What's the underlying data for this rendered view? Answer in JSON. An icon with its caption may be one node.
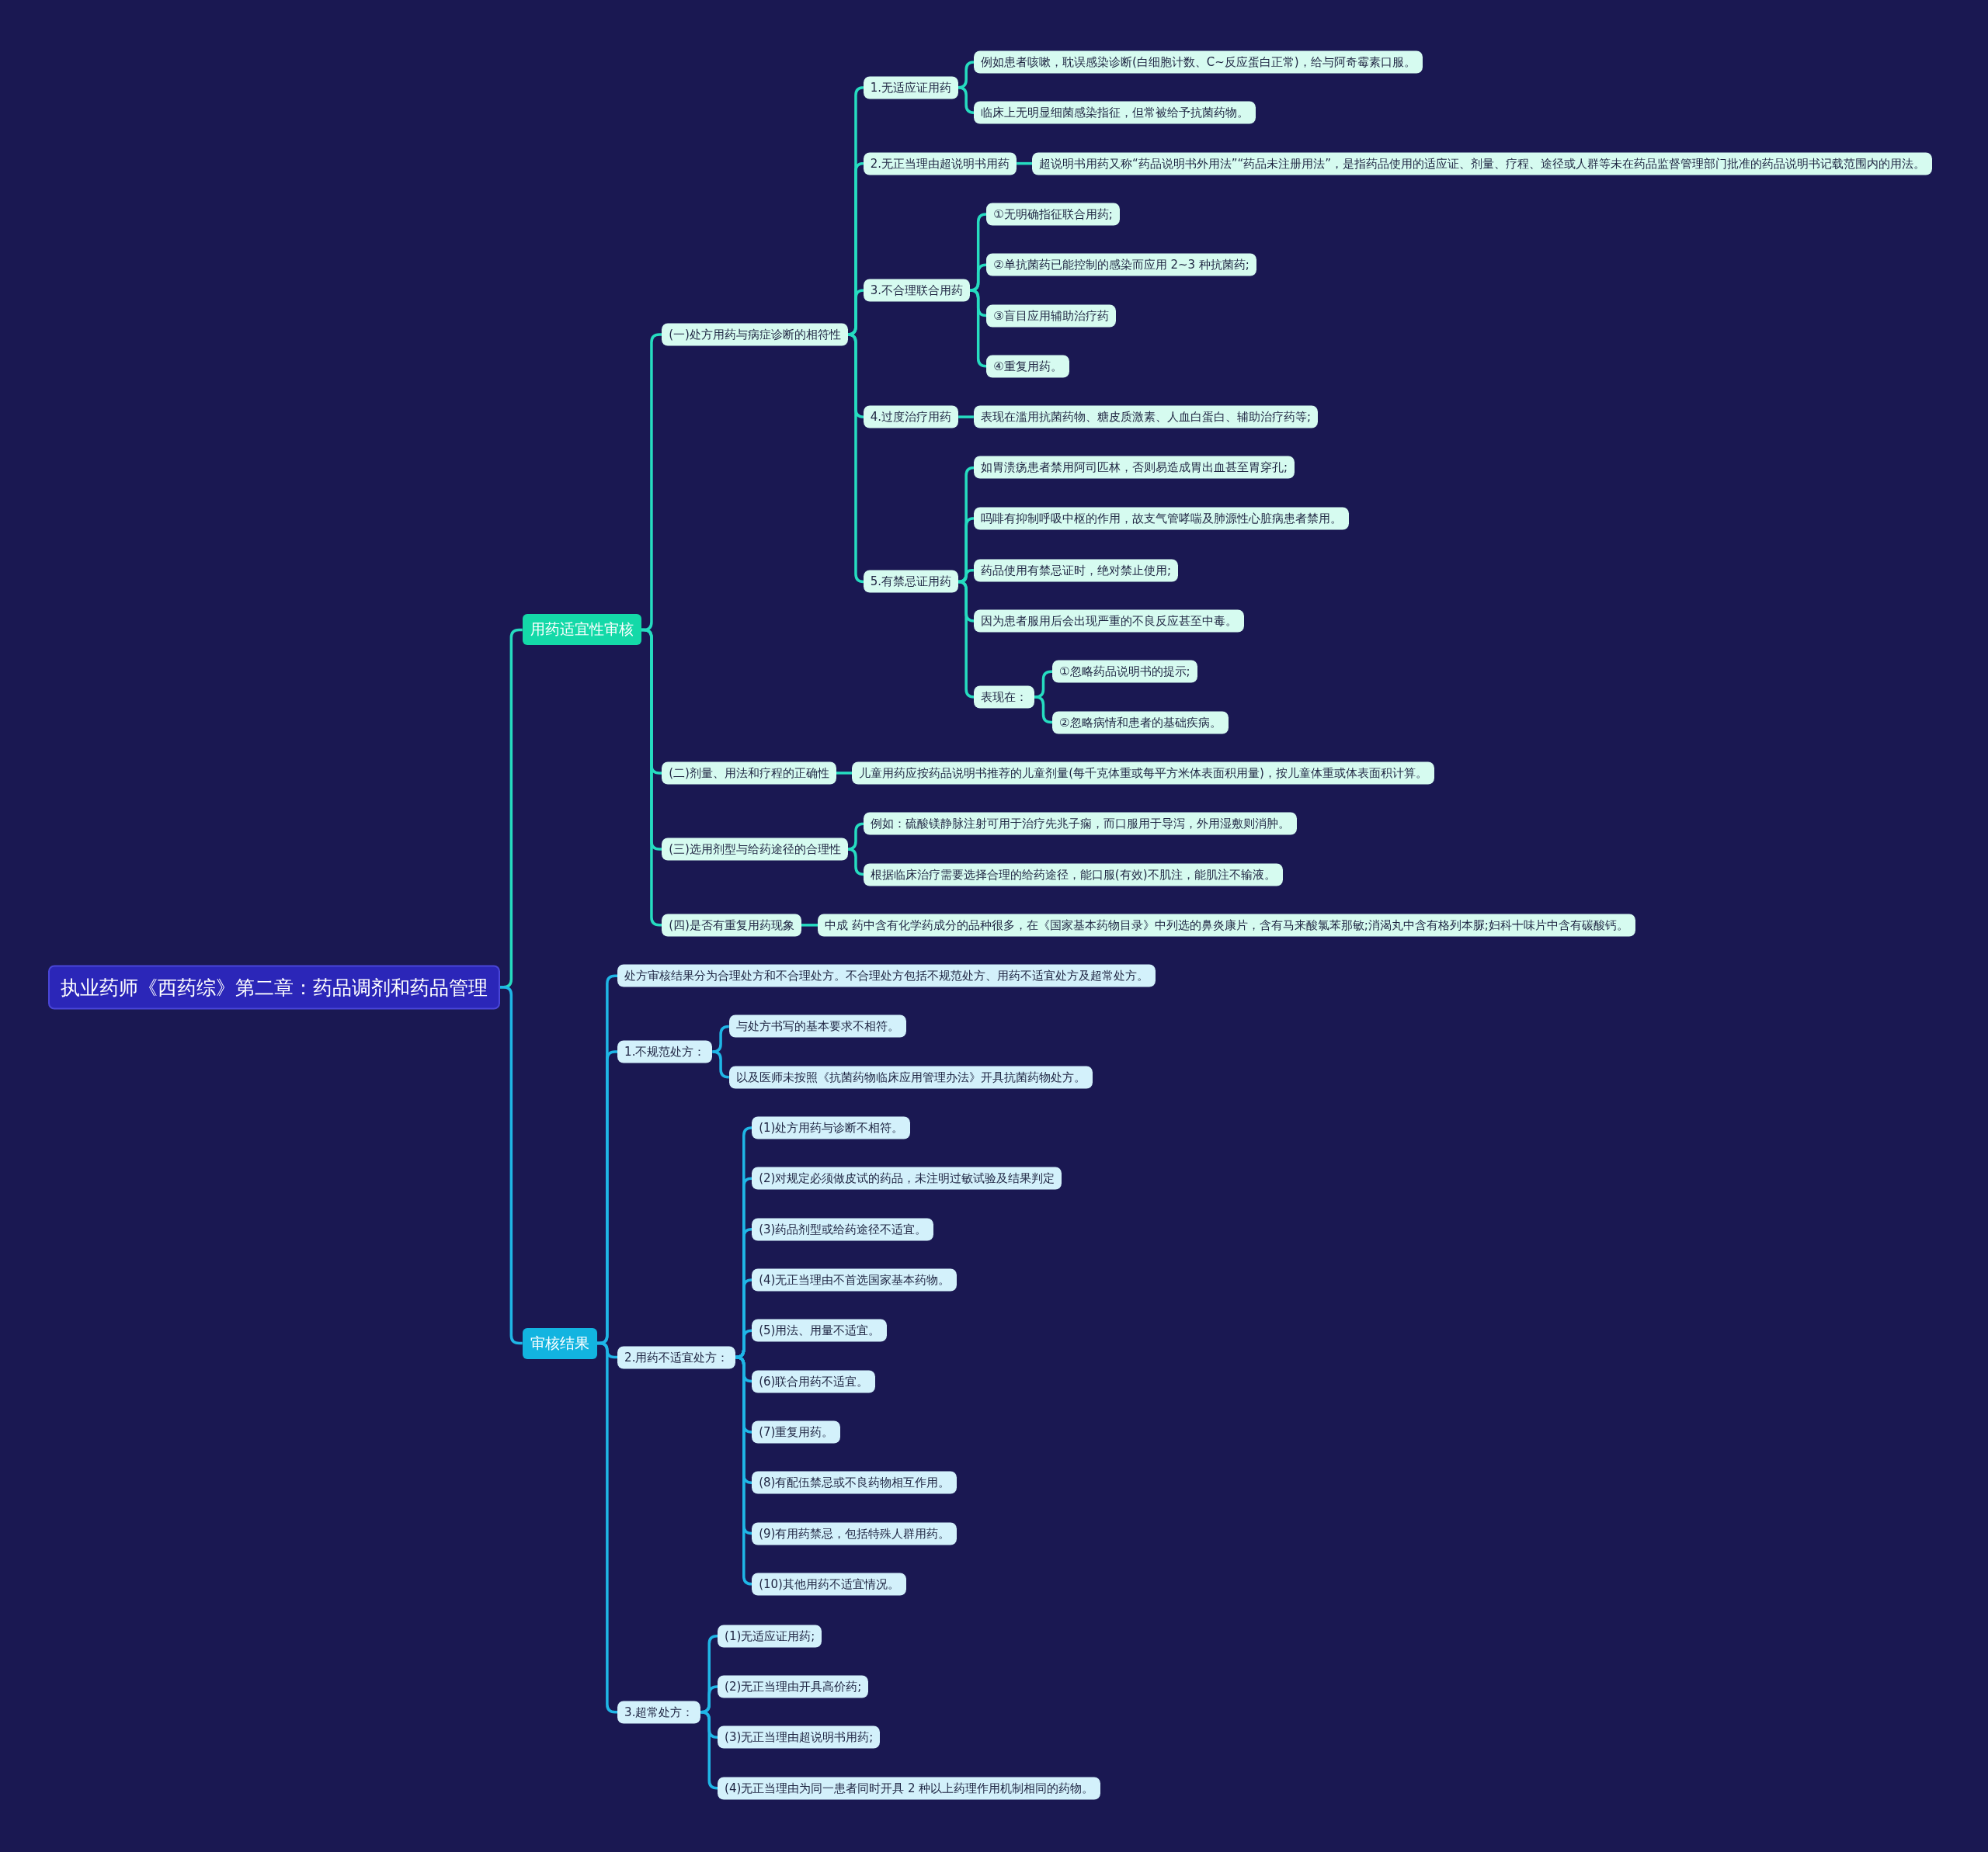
{
  "diagram": {
    "nodes": [
      {
        "text": [
          "执业药师《西药综》第二章：药品调剂和药品管理"
        ]
      },
      {
        "text": [
          "用药适宜性审核"
        ]
      },
      {
        "text": [
          "(一)处方用药与病症诊断的相符性"
        ]
      },
      {
        "text": [
          "1.无适应证用药"
        ]
      },
      {
        "text": [
          "例如患者咳嗽，耽误感染诊断(白细胞计数、C~反应蛋白正常)，给与阿奇霉素口服。"
        ]
      },
      {
        "text": [
          "临床上无明显细菌感染指征，但常被给予抗菌药物。"
        ]
      },
      {
        "text": [
          "2.无正当理由超说明书用药"
        ]
      },
      {
        "text": [
          "超说明书用药又称“药品说明书外用法”“药品未注册用法”，是指药品使用的适应证、剂量、疗程、途径或人群等未在药品监督管理部门批准的药品说明书记载范围内的用法。"
        ]
      },
      {
        "text": [
          "3.不合理联合用药"
        ]
      },
      {
        "text": [
          "①无明确指征联合用药;"
        ]
      },
      {
        "text": [
          "②单抗菌药已能控制的感染而应用 2~3 种抗菌药;"
        ]
      },
      {
        "text": [
          "③盲目应用辅助治疗药"
        ]
      },
      {
        "text": [
          "④重复用药。"
        ]
      },
      {
        "text": [
          "4.过度治疗用药"
        ]
      },
      {
        "text": [
          "表现在滥用抗菌药物、糖皮质激素、人血白蛋白、辅助治疗药等;"
        ]
      },
      {
        "text": [
          "5.有禁忌证用药"
        ]
      },
      {
        "text": [
          "如胃溃疡患者禁用阿司匹林，否则易造成胃出血甚至胃穿孔;"
        ]
      },
      {
        "text": [
          "吗啡有抑制呼吸中枢的作用，故支气管哮喘及肺源性心脏病患者禁用。"
        ]
      },
      {
        "text": [
          "药品使用有禁忌证时，绝对禁止使用;"
        ]
      },
      {
        "text": [
          "因为患者服用后会出现严重的不良反应甚至中毒。"
        ]
      },
      {
        "text": [
          "表现在："
        ]
      },
      {
        "text": [
          "①忽略药品说明书的提示;"
        ]
      },
      {
        "text": [
          "②忽略病情和患者的基础疾病。"
        ]
      },
      {
        "text": [
          "(二)剂量、用法和疗程的正确性"
        ]
      },
      {
        "text": [
          "儿童用药应按药品说明书推荐的儿童剂量(每千克体重或每平方米体表面积用量)，按儿童体重或体表面积计算。"
        ]
      },
      {
        "text": [
          "(三)选用剂型与给药途径的合理性"
        ]
      },
      {
        "text": [
          "例如：硫酸镁静脉注射可用于治疗先兆子痫，而口服用于导泻，外用湿敷则消肿。"
        ]
      },
      {
        "text": [
          "根据临床治疗需要选择合理的给药途径，能口服(有效)不肌注，能肌注不输液。"
        ]
      },
      {
        "text": [
          "(四)是否有重复用药现象"
        ]
      },
      {
        "text": [
          "中成 药中含有化学药成分的品种很多，在《国家基本药物目录》中列选的鼻炎康片，含有马来酸氯苯那敏;消渴丸中含有格列本脲;妇科十味片中含有碳酸钙。"
        ]
      },
      {
        "text": [
          "审核结果"
        ]
      },
      {
        "text": [
          "处方审核结果分为合理处方和不合理处方。不合理处方包括不规范处方、用药不适宜处方及超常处方。"
        ]
      },
      {
        "text": [
          "1.不规范处方："
        ]
      },
      {
        "text": [
          "与处方书写的基本要求不相符。"
        ]
      },
      {
        "text": [
          "以及医师未按照《抗菌药物临床应用管理办法》开具抗菌药物处方。"
        ]
      },
      {
        "text": [
          "2.用药不适宜处方："
        ]
      },
      {
        "text": [
          "(1)处方用药与诊断不相符。"
        ]
      },
      {
        "text": [
          "(2)对规定必须做皮试的药品，未注明过敏试验及结果判定"
        ]
      },
      {
        "text": [
          "(3)药品剂型或给药途径不适宜。"
        ]
      },
      {
        "text": [
          "(4)无正当理由不首选国家基本药物。"
        ]
      },
      {
        "text": [
          "(5)用法、用量不适宜。"
        ]
      },
      {
        "text": [
          "(6)联合用药不适宜。"
        ]
      },
      {
        "text": [
          "(7)重复用药。"
        ]
      },
      {
        "text": [
          "(8)有配伍禁忌或不良药物相互作用。"
        ]
      },
      {
        "text": [
          "(9)有用药禁忌，包括特殊人群用药。"
        ]
      },
      {
        "text": [
          "(10)其他用药不适宜情况。"
        ]
      },
      {
        "text": [
          "3.超常处方："
        ]
      },
      {
        "text": [
          "(1)无适应证用药;"
        ]
      },
      {
        "text": [
          "(2)无正当理由开具高价药;"
        ]
      },
      {
        "text": [
          "(3)无正当理由超说明书用药;"
        ]
      },
      {
        "text": [
          "(4)无正当理由为同一患者同时开具 2 种以上药理作用机制相同的药物。"
        ]
      }
    ],
    "edges": [
      {
        "from": 0,
        "to": 1,
        "arrow": "none"
      },
      {
        "from": 1,
        "to": 2,
        "arrow": "none"
      },
      {
        "from": 2,
        "to": 3,
        "arrow": "none"
      },
      {
        "from": 3,
        "to": 4,
        "arrow": "none"
      },
      {
        "from": 3,
        "to": 5,
        "arrow": "none"
      },
      {
        "from": 2,
        "to": 6,
        "arrow": "none"
      },
      {
        "from": 6,
        "to": 7,
        "arrow": "none"
      },
      {
        "from": 2,
        "to": 8,
        "arrow": "none"
      },
      {
        "from": 8,
        "to": 9,
        "arrow": "none"
      },
      {
        "from": 8,
        "to": 10,
        "arrow": "none"
      },
      {
        "from": 8,
        "to": 11,
        "arrow": "none"
      },
      {
        "from": 8,
        "to": 12,
        "arrow": "none"
      },
      {
        "from": 2,
        "to": 13,
        "arrow": "none"
      },
      {
        "from": 13,
        "to": 14,
        "arrow": "none"
      },
      {
        "from": 2,
        "to": 15,
        "arrow": "none"
      },
      {
        "from": 15,
        "to": 16,
        "arrow": "none"
      },
      {
        "from": 15,
        "to": 17,
        "arrow": "none"
      },
      {
        "from": 15,
        "to": 18,
        "arrow": "none"
      },
      {
        "from": 15,
        "to": 19,
        "arrow": "none"
      },
      {
        "from": 15,
        "to": 20,
        "arrow": "none"
      },
      {
        "from": 20,
        "to": 21,
        "arrow": "none"
      },
      {
        "from": 20,
        "to": 22,
        "arrow": "none"
      },
      {
        "from": 1,
        "to": 23,
        "arrow": "none"
      },
      {
        "from": 23,
        "to": 24,
        "arrow": "none"
      },
      {
        "from": 1,
        "to": 25,
        "arrow": "none"
      },
      {
        "from": 25,
        "to": 26,
        "arrow": "none"
      },
      {
        "from": 25,
        "to": 27,
        "arrow": "none"
      },
      {
        "from": 1,
        "to": 28,
        "arrow": "none"
      },
      {
        "from": 28,
        "to": 29,
        "arrow": "none"
      },
      {
        "from": 0,
        "to": 30,
        "arrow": "none",
        "color": "#1fb6e6"
      },
      {
        "from": 30,
        "to": 31,
        "arrow": "none",
        "color": "#1fb6e6"
      },
      {
        "from": 30,
        "to": 32,
        "arrow": "none",
        "color": "#1fb6e6"
      },
      {
        "from": 32,
        "to": 33,
        "arrow": "none",
        "color": "#1fb6e6"
      },
      {
        "from": 32,
        "to": 34,
        "arrow": "none",
        "color": "#1fb6e6"
      },
      {
        "from": 30,
        "to": 35,
        "arrow": "none",
        "color": "#1fb6e6"
      },
      {
        "from": 35,
        "to": 36,
        "arrow": "none",
        "color": "#1fb6e6"
      },
      {
        "from": 35,
        "to": 37,
        "arrow": "none",
        "color": "#1fb6e6"
      },
      {
        "from": 35,
        "to": 38,
        "arrow": "none",
        "color": "#1fb6e6"
      },
      {
        "from": 35,
        "to": 39,
        "arrow": "none",
        "color": "#1fb6e6"
      },
      {
        "from": 35,
        "to": 40,
        "arrow": "none",
        "color": "#1fb6e6"
      },
      {
        "from": 35,
        "to": 41,
        "arrow": "none",
        "color": "#1fb6e6"
      },
      {
        "from": 35,
        "to": 42,
        "arrow": "none",
        "color": "#1fb6e6"
      },
      {
        "from": 35,
        "to": 43,
        "arrow": "none",
        "color": "#1fb6e6"
      },
      {
        "from": 35,
        "to": 44,
        "arrow": "none",
        "color": "#1fb6e6"
      },
      {
        "from": 35,
        "to": 45,
        "arrow": "none",
        "color": "#1fb6e6"
      },
      {
        "from": 30,
        "to": 46,
        "arrow": "none",
        "color": "#1fb6e6"
      },
      {
        "from": 46,
        "to": 47,
        "arrow": "none",
        "color": "#1fb6e6"
      },
      {
        "from": 46,
        "to": 48,
        "arrow": "none",
        "color": "#1fb6e6"
      },
      {
        "from": 46,
        "to": 49,
        "arrow": "none",
        "color": "#1fb6e6"
      },
      {
        "from": 46,
        "to": 50,
        "arrow": "none",
        "color": "#1fb6e6"
      }
    ]
  }
}
